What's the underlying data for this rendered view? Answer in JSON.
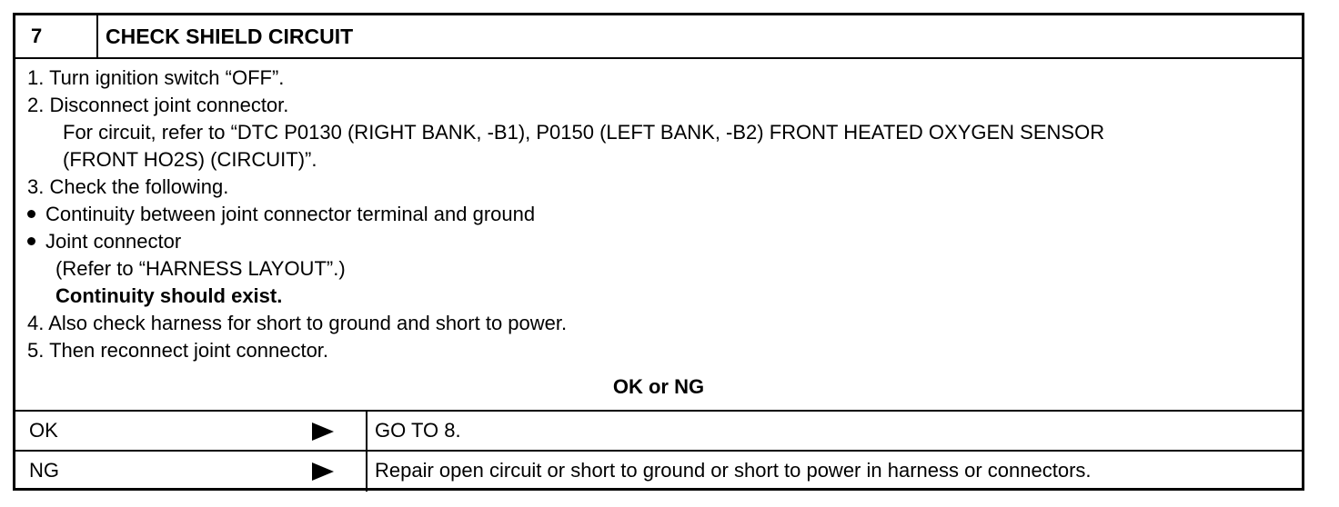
{
  "step": {
    "number": "7",
    "title": "CHECK SHIELD CIRCUIT"
  },
  "procedure": {
    "lines": [
      "1.  Turn ignition switch “OFF”.",
      "2.  Disconnect joint connector.",
      "For circuit, refer to “DTC P0130 (RIGHT BANK, -B1), P0150 (LEFT BANK, -B2) FRONT HEATED OXYGEN SENSOR",
      "(FRONT HO2S) (CIRCUIT)”.",
      "3.  Check the following.",
      "Continuity between joint connector terminal and ground",
      "Joint connector",
      "(Refer to “HARNESS LAYOUT”.)",
      "Continuity should exist.",
      "4.  Also check harness for short to ground and short to power.",
      "5.  Then reconnect joint connector."
    ],
    "decision_label": "OK or NG"
  },
  "results": [
    {
      "label": "OK",
      "action": "GO TO 8."
    },
    {
      "label": "NG",
      "action": "Repair open circuit or short to ground or short to power in harness or connectors."
    }
  ]
}
